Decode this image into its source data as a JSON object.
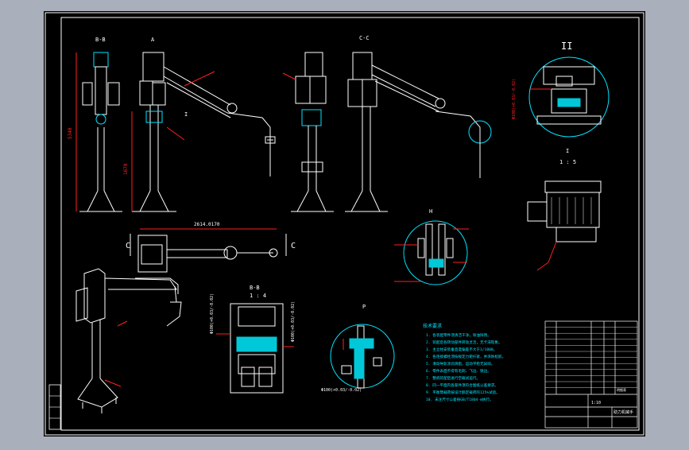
{
  "colors": {
    "background": "#a9b0bb",
    "sheet": "#000000",
    "frame": "#ffffff",
    "line": "#ffffff",
    "hidden": "#ff2020",
    "annotation": "#00e5ff",
    "hatch": "#00c8d8"
  },
  "views": {
    "side_label": "B-B",
    "front_label": "A",
    "section_label": "C-C",
    "detail_ii_label": "II",
    "detail_i_label": "I",
    "detail_i_scale": "1 : 5",
    "plan_dimension": "2614.0170",
    "section_bb_label": "B-B",
    "section_bb_scale": "1 : 4",
    "detail_h_label": "H",
    "detail_p_label": "P",
    "plan_mark_left": "C",
    "plan_mark_right": "C",
    "front_mark": "I",
    "height_dim_left": "5340",
    "height_dim_mid": "1670",
    "tolerance_upper": "Φ100(+0.03/-0.02)",
    "tolerance_lower": "Φ100(+0.03/-0.02)",
    "tolerance_p": "Φ100(+0.03/-0.02)",
    "tolerance_ii": "Φ100(+0.03/-0.02)"
  },
  "notes": {
    "title": "技术要求",
    "lines": [
      "1. 各装配零件须清洁干净，除油除锈。",
      "2. 装配后各转动部件转动灵活，无卡滞现象。",
      "3. 主立柱安装垂直度偏差不大于1/1000。",
      "4. 各连接螺栓须按规定力矩拧紧，并涂防松胶。",
      "5. 滑动导轨涂润滑脂，运动平稳无异响。",
      "6. 零件表面不得有毛刺、飞边、锐边。",
      "7. 整机装配后进行空载试运行。",
      "8. 同一平面内各部件须符合图纸公差要求。",
      "9. 平衡臂载荷按设计额定载荷的125%试验。",
      "10. 未注尺寸公差按GB/T1804-m执行。"
    ]
  },
  "title_block": {
    "drawing_name": "助力机械手",
    "sheet_no": "1:10",
    "parts_header": "明细表"
  }
}
